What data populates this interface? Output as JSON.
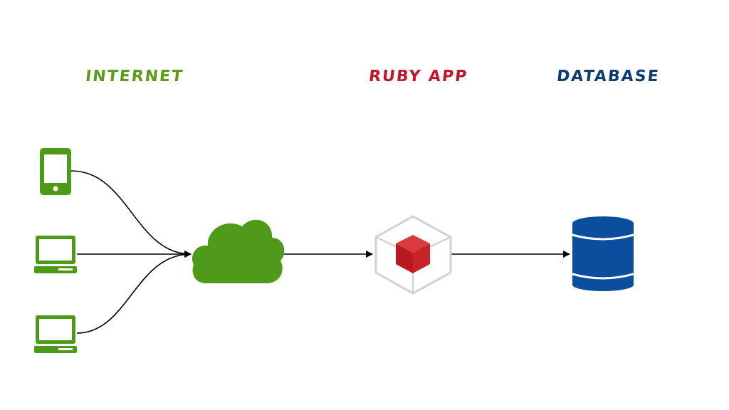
{
  "labels": {
    "internet": "INTERNET",
    "app": "RUBY APP",
    "database": "DATABASE"
  },
  "colors": {
    "internet": "#5c9c1c",
    "app": "#c0182a",
    "database": "#0d3d70",
    "device": "#4c9a17",
    "cloud": "#4f9a1a",
    "db_body": "#0a4f9e",
    "db_band": "#0a3a7a",
    "cube_outline": "#d3d3d3",
    "cube_red": "#c0202a",
    "arrow": "#000000"
  },
  "nodes": {
    "clients": [
      {
        "icon": "mobile-phone-icon"
      },
      {
        "icon": "laptop-icon"
      },
      {
        "icon": "laptop-icon"
      }
    ],
    "cloud": {
      "icon": "cloud-icon"
    },
    "app": {
      "icon": "cube-icon"
    },
    "database": {
      "icon": "database-cylinder-icon"
    }
  }
}
